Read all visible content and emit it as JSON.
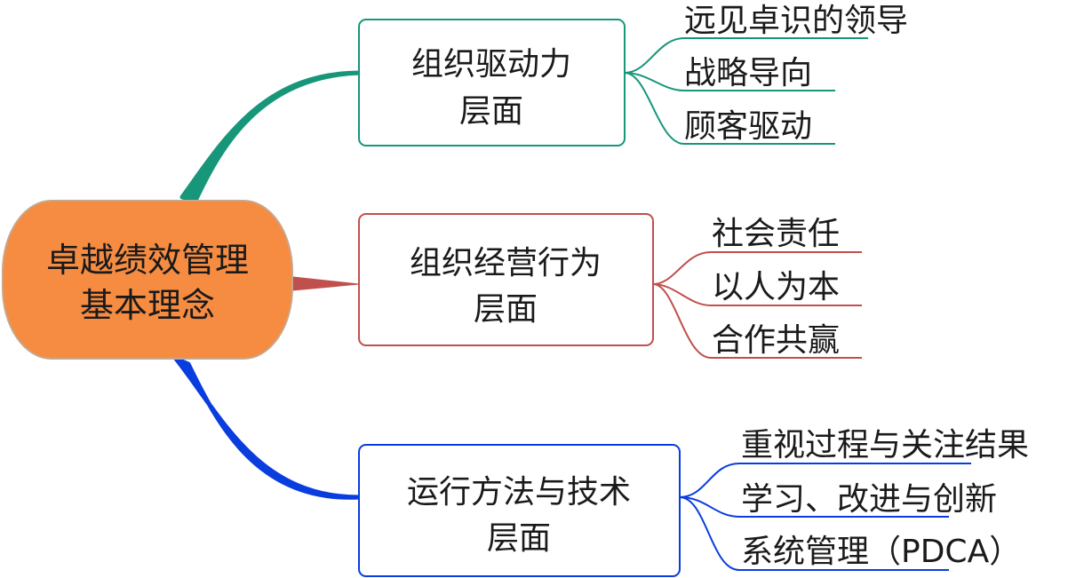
{
  "center": {
    "lines": [
      "卓越绩效管理",
      "基本理念"
    ],
    "fill": "#F58C42",
    "stroke": "#C8A68A"
  },
  "branches": [
    {
      "lines": [
        "组织驱动力",
        "层面"
      ],
      "color": "#17967A",
      "leaves": [
        "远见卓识的领导",
        "战略导向",
        "顾客驱动"
      ]
    },
    {
      "lines": [
        "组织经营行为",
        "层面"
      ],
      "color": "#C0504D",
      "leaves": [
        "社会责任",
        "以人为本",
        "合作共赢"
      ]
    },
    {
      "lines": [
        "运行方法与技术",
        "层面"
      ],
      "color": "#0A3DDE",
      "leaves": [
        "重视过程与关注结果",
        "学习、改进与创新",
        "系统管理（PDCA）"
      ]
    }
  ]
}
